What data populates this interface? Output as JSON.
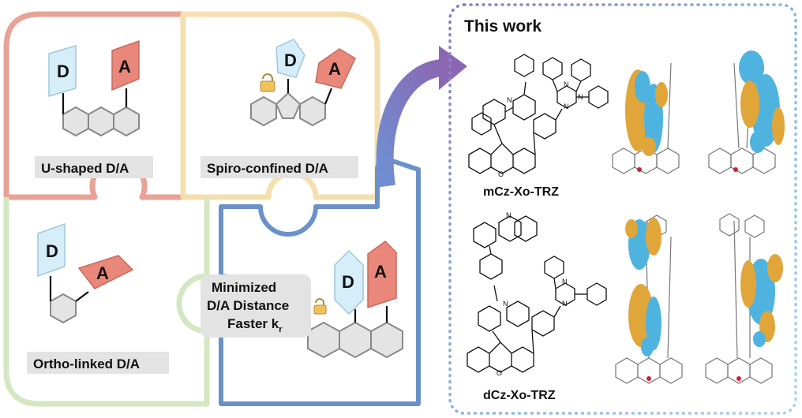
{
  "left_panel": {
    "u_shaped": {
      "donor": "D",
      "acceptor": "A",
      "caption": "U-shaped D/A"
    },
    "spiro_confined": {
      "donor": "D",
      "acceptor": "A",
      "caption": "Spiro-confined D/A"
    },
    "ortho_linked": {
      "donor": "D",
      "acceptor": "A",
      "caption": "Ortho-linked D/A"
    },
    "minimized": {
      "donor": "D",
      "acceptor": "A",
      "line1": "Minimized",
      "line2": "D/A Distance",
      "line3": "Faster k",
      "line3_sub": "r"
    }
  },
  "right_panel": {
    "heading": "This work",
    "molecule1": {
      "name": "mCz-Xo-TRZ"
    },
    "molecule2": {
      "name": "dCz-Xo-TRZ"
    },
    "atoms": {
      "n": "N",
      "o": "O"
    }
  },
  "colors": {
    "donor_fill": "#d6eefa",
    "acceptor_fill": "#e9877a",
    "puzzle_red": "#e8a296",
    "puzzle_yellow": "#f5dfae",
    "puzzle_green": "#d5e7c2",
    "puzzle_blue": "#6b91c9",
    "arrow_start": "#5b73c7",
    "arrow_end": "#8f6ab6",
    "orbital_blue": "#4fb3df",
    "orbital_orange": "#e0a63a"
  }
}
